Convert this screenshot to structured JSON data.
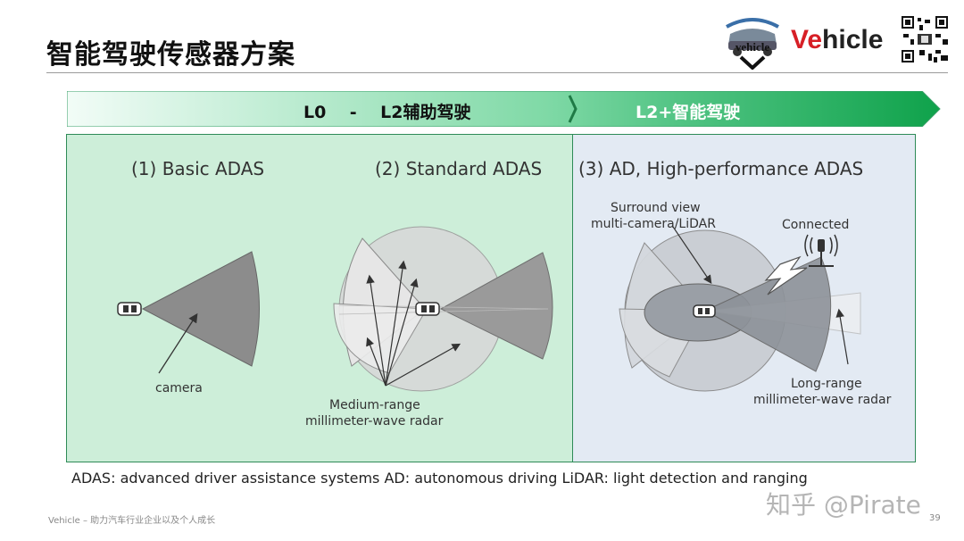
{
  "title": "智能驾驶传感器方案",
  "logo": {
    "prefix": "Ve",
    "suffix": "hicle",
    "emblem_text": "vehicle"
  },
  "banner": {
    "left": "L0    -    L2辅助驾驶",
    "right": "L2+智能驾驶"
  },
  "panels": {
    "basic": {
      "heading": "(1) Basic ADAS",
      "label_camera": "camera"
    },
    "standard": {
      "heading": "(2) Standard ADAS",
      "label_radar_1": "Medium-range",
      "label_radar_2": "millimeter-wave radar"
    },
    "advanced": {
      "heading": "(3) AD, High-performance ADAS",
      "label_surround_1": "Surround view",
      "label_surround_2": "multi-camera/LiDAR",
      "label_connected": "Connected",
      "label_long_1": "Long-range",
      "label_long_2": "millimeter-wave radar"
    }
  },
  "footnote": "ADAS: advanced driver assistance systems   AD: autonomous driving   LiDAR: light detection and ranging",
  "footer": {
    "left": "Vehicle – 助力汽车行业企业以及个人成长",
    "page": "39"
  },
  "watermark": "知乎 @Pirate",
  "colors": {
    "panel_green": "#cdeed9",
    "panel_blue": "#e3eaf3",
    "panel_border": "#2e8b57",
    "banner_start": "#eafaf2",
    "banner_end": "#13a34e",
    "brand_red": "#d71f26"
  }
}
